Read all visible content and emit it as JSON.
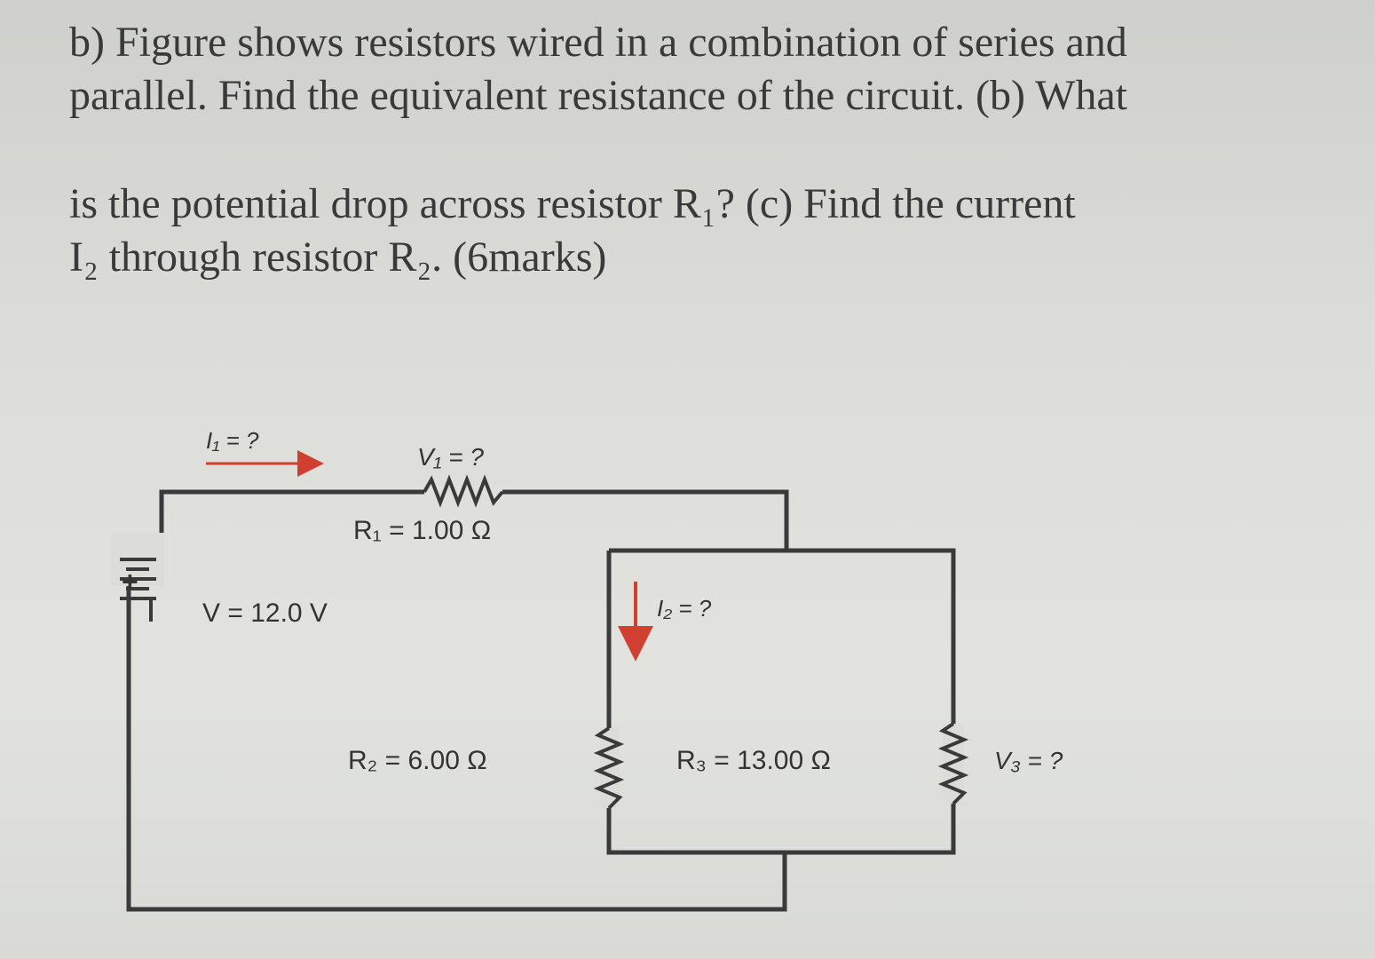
{
  "question": {
    "lines": [
      "b) Figure  shows resistors wired in a combination of series and",
      "parallel. Find the equivalent resistance of the circuit. (b) What",
      "is the potential drop  across resistor R₁? (c) Find the current",
      "I₂ through resistor R₂. (6marks)"
    ]
  },
  "circuit": {
    "i1_label": "I₁ = ?",
    "v1_label": "V₁ = ?",
    "r1_label": "R₁ = 1.00 Ω",
    "battery_plus": "+",
    "battery_label": "V = 12.0 V",
    "i2_label": "I₂ = ?",
    "r2_label": "R₂ = 6.00 Ω",
    "r3_label": "R₃ = 13.00 Ω",
    "v3_label": "V₃ = ?",
    "colors": {
      "wire": "#3a3a3a",
      "arrow": "#d04030",
      "text": "#333333"
    }
  }
}
